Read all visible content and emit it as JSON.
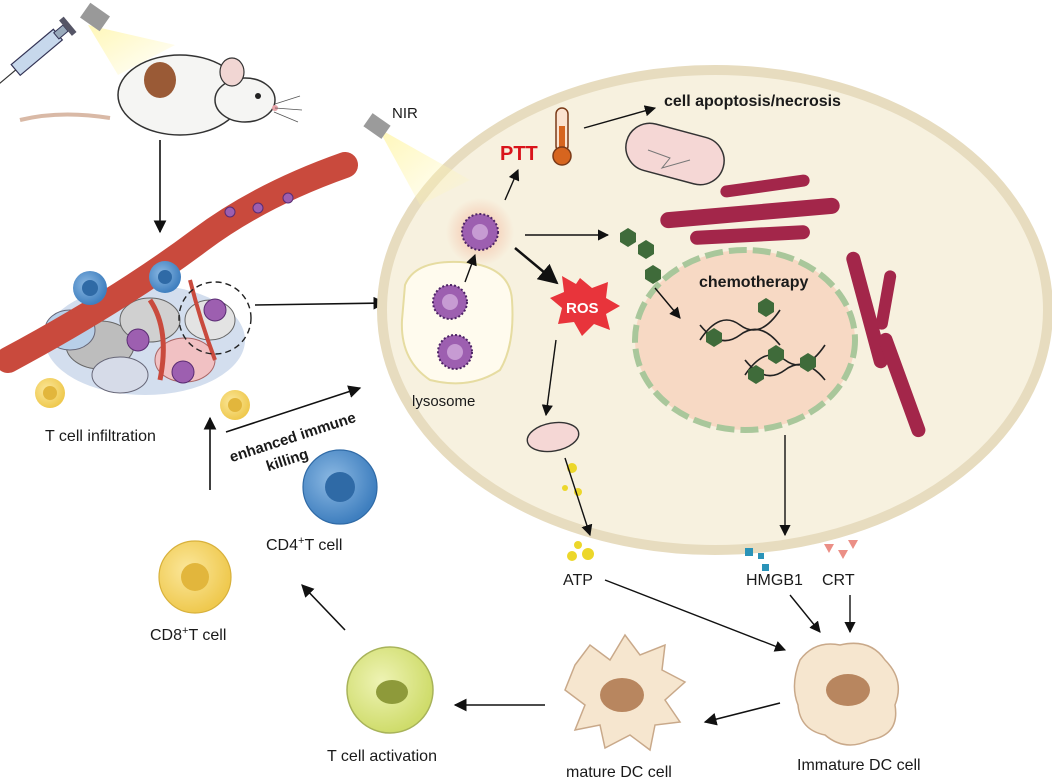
{
  "labels": {
    "nir": "NIR",
    "ptt": "PTT",
    "apoptosis": "cell apoptosis/necrosis",
    "chemo": "chemotherapy",
    "ros": "ROS",
    "lysosome": "lysosome",
    "t_infiltration": "T cell infiltration",
    "enhanced_line1": "enhanced immune",
    "enhanced_line2": "killing",
    "cd4_main": "CD4",
    "cd4_sup": "+",
    "cd4_rest": "T cell",
    "cd8_main": "CD8",
    "cd8_sup": "+",
    "cd8_rest": "T cell",
    "atp": "ATP",
    "hmgb1": "HMGB1",
    "crt": "CRT",
    "t_activation": "T cell activation",
    "mature_dc": "mature DC cell",
    "immature_dc": "Immature DC cell"
  },
  "colors": {
    "cell_fill": "#f7f1df",
    "cell_border": "#e7dcbf",
    "nucleus": "#f7d9c4",
    "nucleus_border": "#a9c79b",
    "vessel": "#c94a3d",
    "er": "#a3264a",
    "drug": "#3f6b3a",
    "ros": "#e8343b",
    "ptt": "#d9141b",
    "cd4": "#4a88c5",
    "cd8": "#f0cf5a",
    "t_activation": "#d7e27b",
    "dc": "#f6e6cf",
    "hmgb1": "#2a93b8",
    "crt": "#eb8f86",
    "atp": "#ecd72a"
  }
}
